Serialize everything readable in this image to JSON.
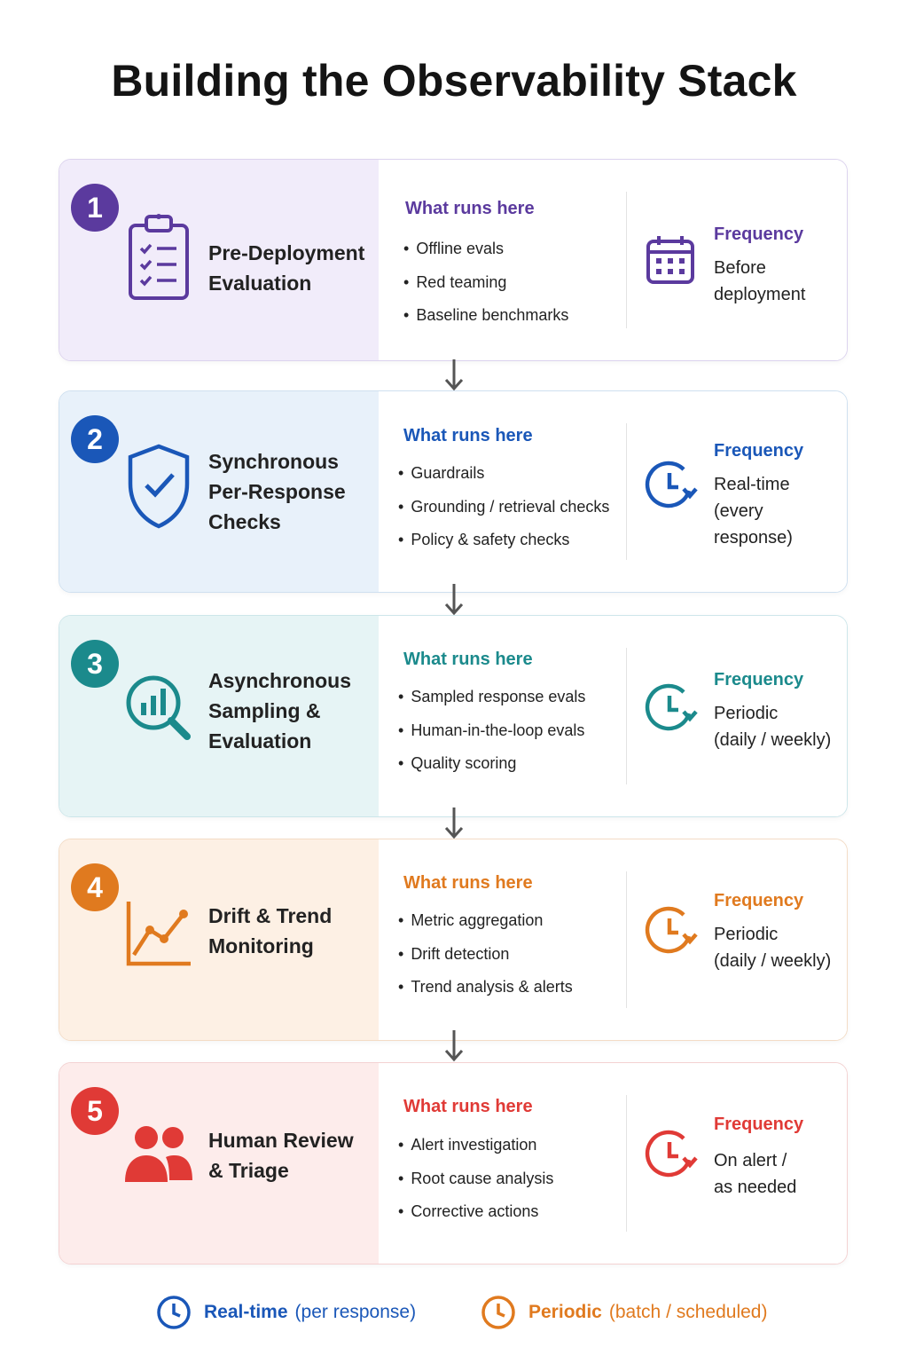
{
  "title": "Building the Observability Stack",
  "colors": {
    "purple": "#5b3a9e",
    "blue": "#1a57b8",
    "teal": "#1b8a8c",
    "orange": "#e07a1f",
    "red": "#e03a36"
  },
  "stages": [
    {
      "number": "1",
      "name_line1": "Pre-Deployment",
      "name_line2": "Evaluation",
      "name_line3": "",
      "icon": "clipboard-checklist-icon",
      "runs_heading": "What runs here",
      "runs": [
        "Offline evals",
        "Red teaming",
        "Baseline benchmarks"
      ],
      "frequency_heading": "Frequency",
      "frequency_icon": "calendar-icon",
      "frequency_line1": "Before",
      "frequency_line2": "deployment",
      "frequency_line3": "",
      "accent": "#5b3a9e"
    },
    {
      "number": "2",
      "name_line1": "Synchronous",
      "name_line2": "Per-Response",
      "name_line3": "Checks",
      "icon": "shield-check-icon",
      "runs_heading": "What runs here",
      "runs": [
        "Guardrails",
        "Grounding / retrieval checks",
        "Policy & safety checks"
      ],
      "frequency_heading": "Frequency",
      "frequency_icon": "clock-icon",
      "frequency_line1": "Real-time",
      "frequency_line2": "(every",
      "frequency_line3": "response)",
      "accent": "#1a57b8"
    },
    {
      "number": "3",
      "name_line1": "Asynchronous",
      "name_line2": "Sampling &",
      "name_line3": "Evaluation",
      "icon": "magnifier-chart-icon",
      "runs_heading": "What runs here",
      "runs": [
        "Sampled response evals",
        "Human-in-the-loop evals",
        "Quality scoring"
      ],
      "frequency_heading": "Frequency",
      "frequency_icon": "clock-icon",
      "frequency_line1": "Periodic",
      "frequency_line2": "(daily / weekly)",
      "frequency_line3": "",
      "accent": "#1b8a8c"
    },
    {
      "number": "4",
      "name_line1": "Drift & Trend",
      "name_line2": "Monitoring",
      "name_line3": "",
      "icon": "trend-line-icon",
      "runs_heading": "What runs here",
      "runs": [
        "Metric aggregation",
        "Drift detection",
        "Trend analysis & alerts"
      ],
      "frequency_heading": "Frequency",
      "frequency_icon": "clock-icon",
      "frequency_line1": "Periodic",
      "frequency_line2": "(daily / weekly)",
      "frequency_line3": "",
      "accent": "#e07a1f"
    },
    {
      "number": "5",
      "name_line1": "Human Review",
      "name_line2": "& Triage",
      "name_line3": "",
      "icon": "people-icon",
      "runs_heading": "What runs here",
      "runs": [
        "Alert investigation",
        "Root cause analysis",
        "Corrective actions"
      ],
      "frequency_heading": "Frequency",
      "frequency_icon": "clock-icon",
      "frequency_line1": "On alert /",
      "frequency_line2": "as needed",
      "frequency_line3": "",
      "accent": "#e03a36"
    }
  ],
  "legend": {
    "realtime_strong": "Real-time",
    "realtime_light": "(per response)",
    "periodic_strong": "Periodic",
    "periodic_light": "(batch / scheduled)"
  }
}
